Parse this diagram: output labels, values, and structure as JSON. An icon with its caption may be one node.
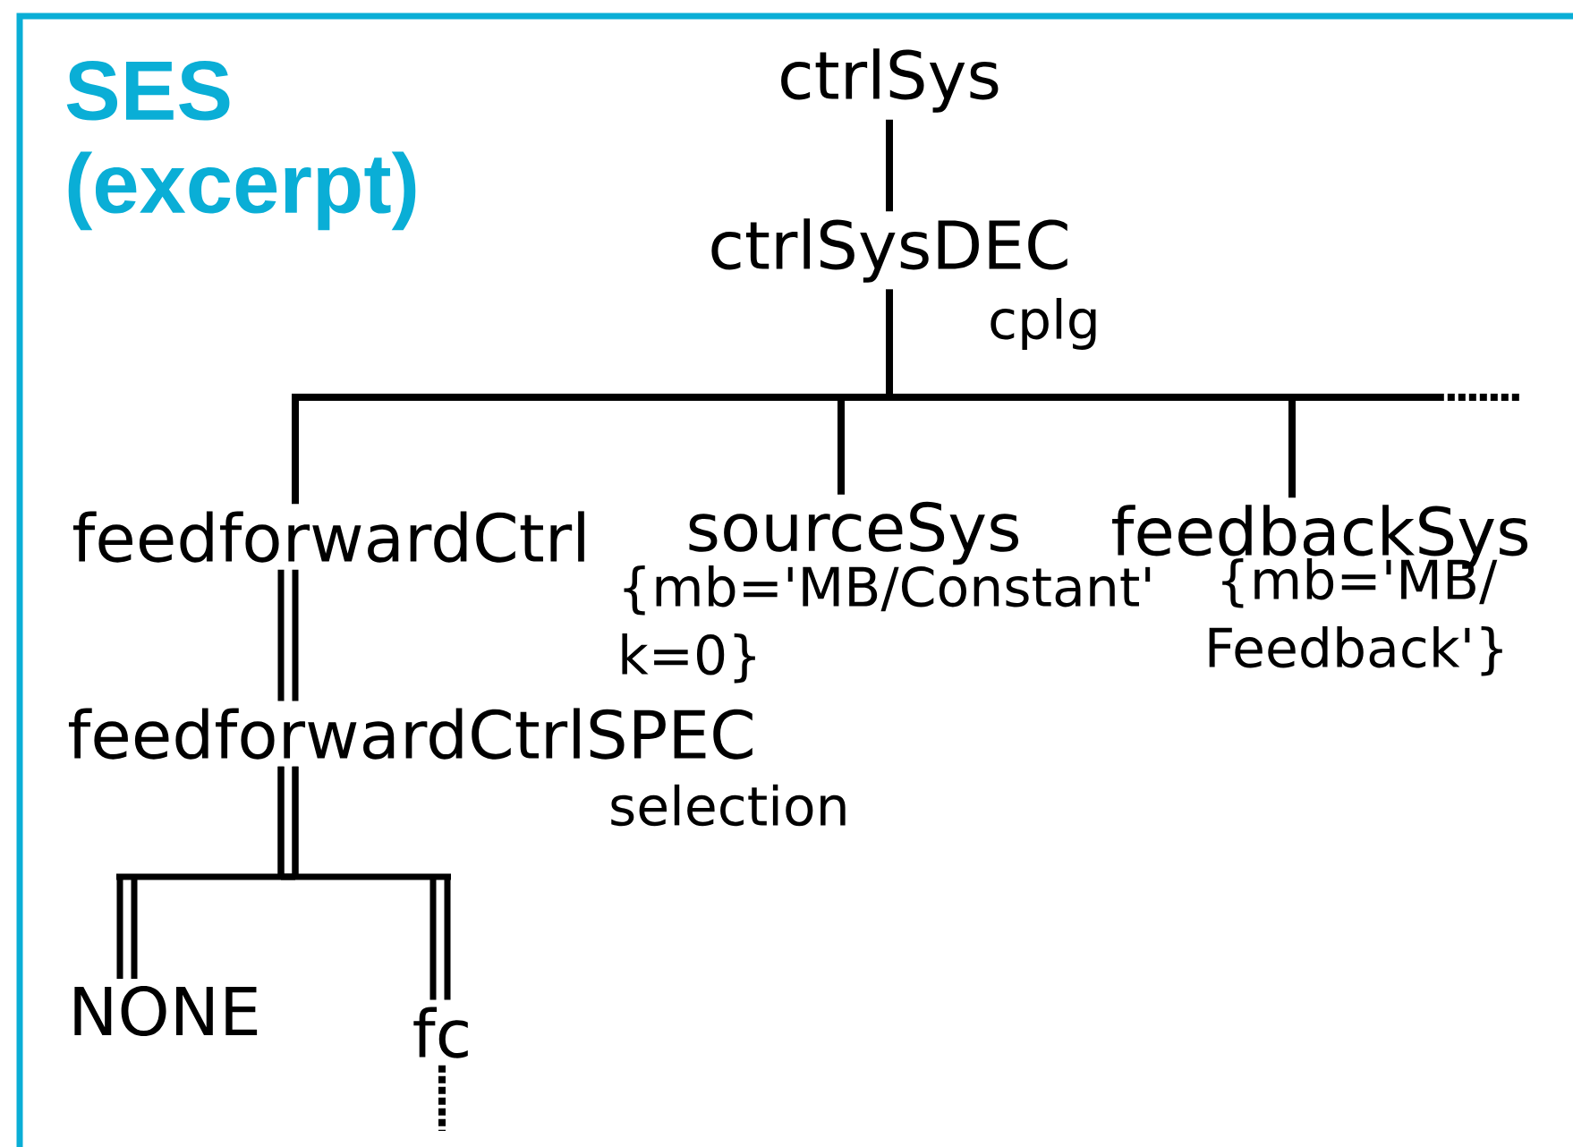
{
  "diagram": {
    "title": "SES (excerpt)",
    "nodes": [
      {
        "text": [
          "ctrlSys"
        ]
      },
      {
        "text": [
          "ctrlSysDEC"
        ],
        "beside": [
          "cplg"
        ]
      },
      {
        "text": [
          "feedforwardCtrl"
        ]
      },
      {
        "text": [
          "sourceSys"
        ],
        "beside": [
          "{mb='MB/Constant' k=0}"
        ]
      },
      {
        "text": [
          "feedbackSys"
        ],
        "beside": [
          "{mb='MB/ Feedback'}"
        ]
      },
      {
        "text": [
          "feedforwardCtrlSPEC"
        ],
        "beside": [
          "selection"
        ]
      },
      {
        "text": [
          "NONE"
        ]
      },
      {
        "text": [
          "fc"
        ]
      }
    ],
    "edges": [
      {
        "from": 0,
        "to": 1,
        "arrow": "none"
      },
      {
        "from": 1,
        "to": null,
        "arrow": "none",
        "style": "dashed"
      },
      {
        "from": 1,
        "to": 2,
        "arrow": "none"
      },
      {
        "from": 1,
        "to": 3,
        "arrow": "none"
      },
      {
        "from": 1,
        "to": 4,
        "arrow": "none"
      },
      {
        "from": 2,
        "to": 5,
        "arrow": "none"
      },
      {
        "from": 5,
        "to": 6,
        "arrow": "none"
      },
      {
        "from": 5,
        "to": 7,
        "arrow": "none"
      },
      {
        "from": 7,
        "to": null,
        "arrow": "none",
        "style": "dashed"
      }
    ]
  }
}
